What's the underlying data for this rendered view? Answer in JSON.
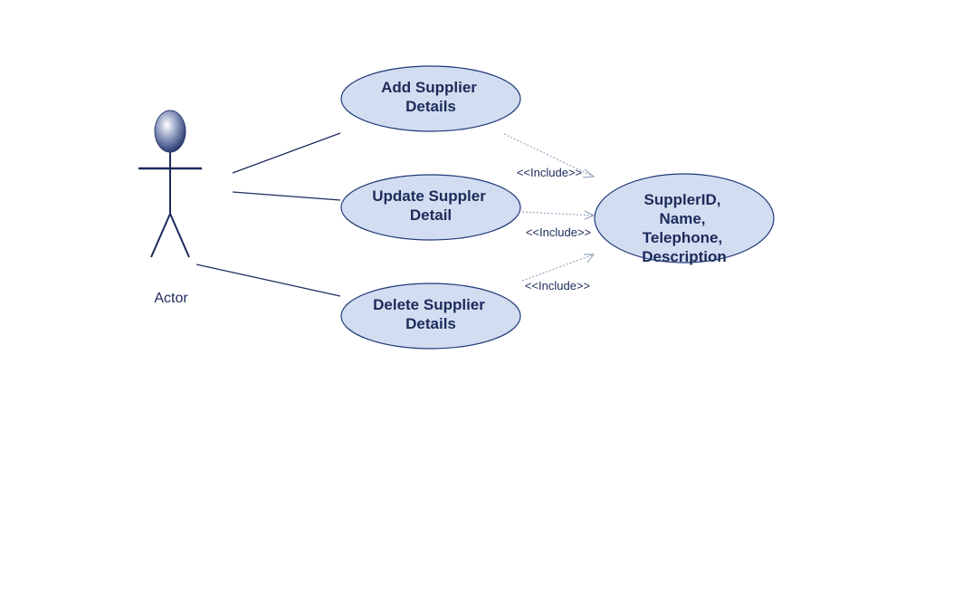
{
  "actor": {
    "label": "Actor"
  },
  "use_cases": {
    "add": {
      "line1": "Add Supplier",
      "line2": "Details"
    },
    "update": {
      "line1": "Update Suppler",
      "line2": "Detail"
    },
    "delete": {
      "line1": "Delete Supplier",
      "line2": "Details"
    },
    "fields": {
      "line1": "SupplerID,",
      "line2": "Name,",
      "line3": "Telephone,",
      "line4": "Description"
    }
  },
  "relations": {
    "include_add": "<<Include>>",
    "include_update": "<<Include>>",
    "include_delete": "<<Include>>"
  },
  "colors": {
    "ellipse_fill": "#d3ddf1",
    "ellipse_stroke": "#1f3a78",
    "text": "#1c2b5a"
  }
}
